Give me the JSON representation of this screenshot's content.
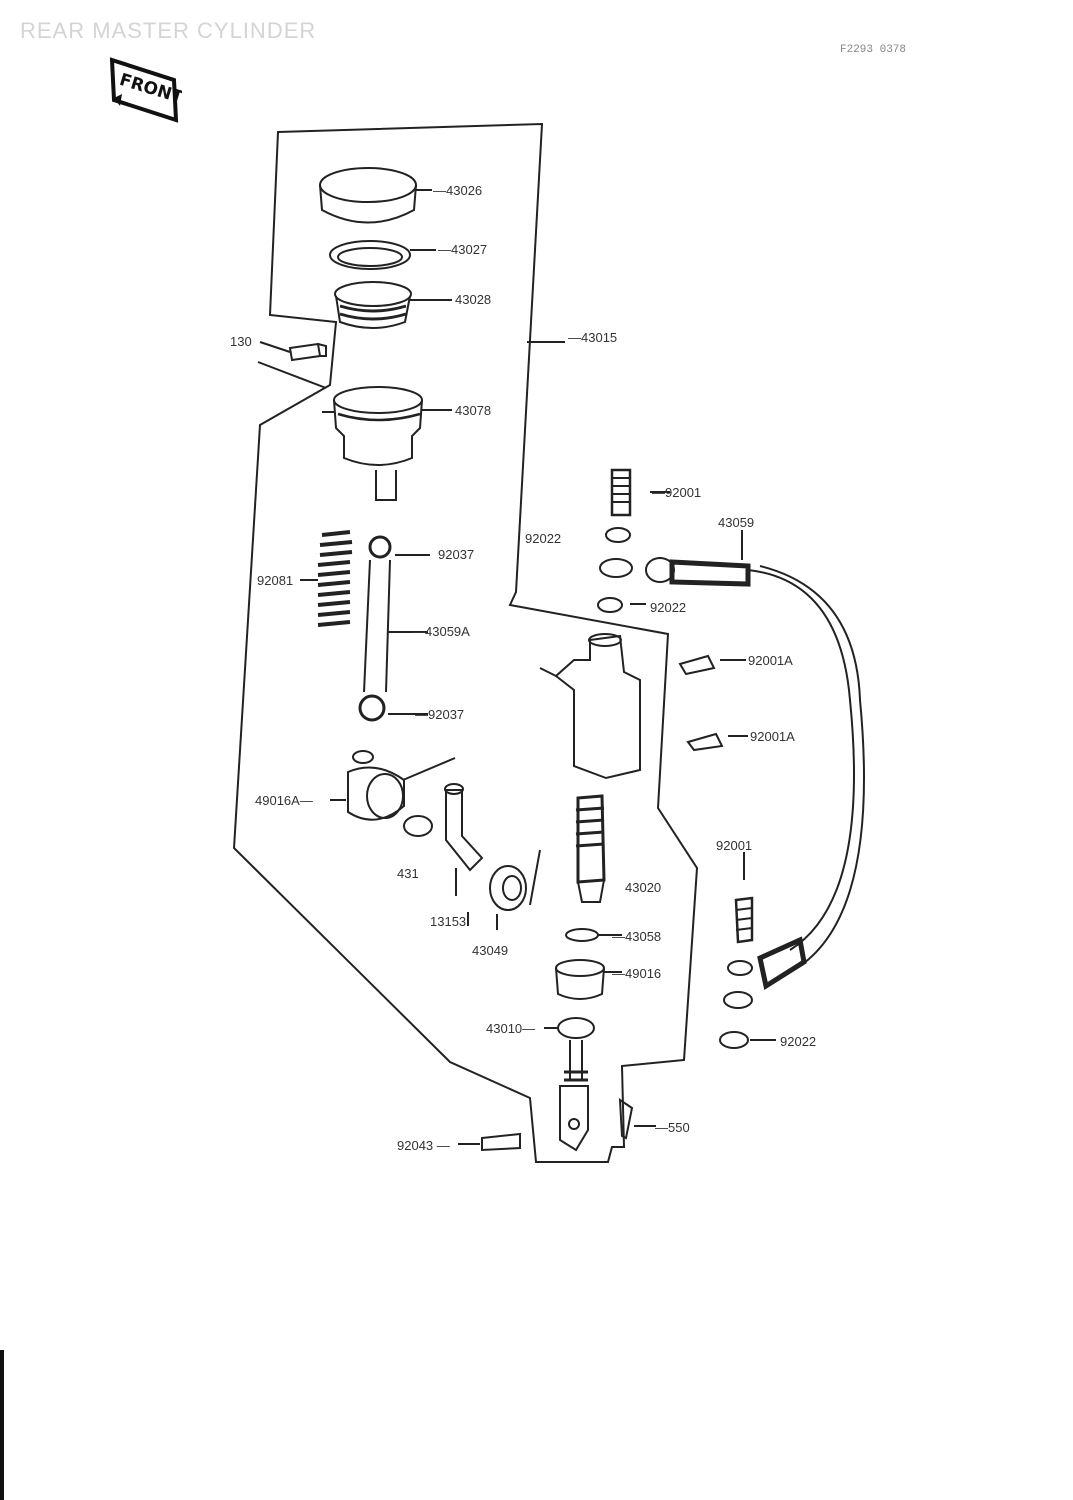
{
  "title": "REAR MASTER CYLINDER",
  "drawing_code": "F2293 0378",
  "front_label": "FRONT",
  "part_labels": {
    "p43026": "—43026",
    "p43027": "—43027",
    "p43028": "43028",
    "p130": "130",
    "p43015": "—43015",
    "p43078": "43078",
    "p92001_top": "—92001",
    "p92022_left": "92022",
    "p43059": "43059",
    "p92081": "92081",
    "p92037_top": "92037",
    "p92022_mid": "92022",
    "p43059A": "—43059A",
    "p92001A_top": "92001A",
    "p92037_bot": "—92037",
    "p92001A_bot": "92001A",
    "p49016A": "49016A—",
    "p92001_right": "92001",
    "p431": "431",
    "p43020": "43020",
    "p13153": "13153",
    "p43058": "—43058",
    "p43049": "43049",
    "p49016": "—49016",
    "p43010": "43010—",
    "p92022_bot": "92022",
    "p550": "—550",
    "p92043": "92043 —"
  },
  "colors": {
    "ink": "#222222",
    "faint": "#d4d4d4"
  }
}
